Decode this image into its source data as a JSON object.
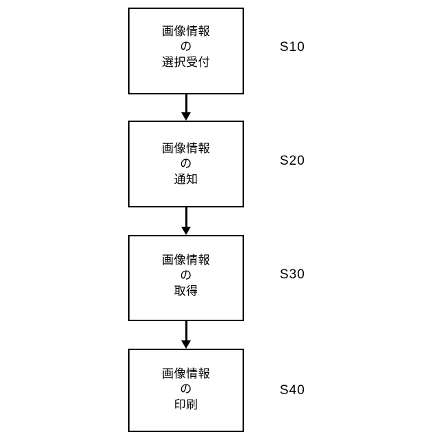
{
  "figure": {
    "type": "flowchart",
    "orientation": "vertical",
    "background_color": "#ffffff",
    "line_color": "#000000",
    "steps": [
      {
        "id": "S10",
        "text": "画像情報\nの\n選択受付",
        "label": "S10"
      },
      {
        "id": "S20",
        "text": "画像情報\nの\n通知",
        "label": "S20"
      },
      {
        "id": "S30",
        "text": "画像情報\nの\n取得",
        "label": "S30"
      },
      {
        "id": "S40",
        "text": "画像情報\nの\n印刷",
        "label": "S40"
      }
    ],
    "connectors": [
      {
        "from": "S10",
        "to": "S20",
        "arrow": "down-arrow-icon"
      },
      {
        "from": "S20",
        "to": "S30",
        "arrow": "down-arrow-icon"
      },
      {
        "from": "S30",
        "to": "S40",
        "arrow": "down-arrow-icon"
      }
    ]
  }
}
